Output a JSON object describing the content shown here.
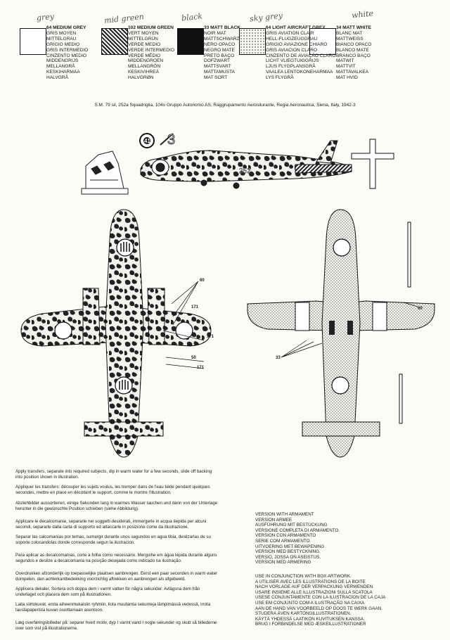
{
  "handwritten": [
    "grey",
    "mid green",
    "black",
    "sky grey",
    "white"
  ],
  "colors": [
    {
      "code": "64 MEDIUM GREY",
      "names": [
        "GRIS MOYEN",
        "MITTELGRAU",
        "GRIGIO MEDIO",
        "GRIS INTERMEDIO",
        "CINZENTO MEDIO",
        "MIDDENGRIJS",
        "MELLANGRÅ",
        "KESKIHARMAA",
        "HALVGRÅ"
      ]
    },
    {
      "code": "102 MEDIUM GREEN",
      "names": [
        "VERT MOYEN",
        "MITTELGRÜN",
        "VERDE MEDIO",
        "VERDE INTERMEDIO",
        "VERDE MÉDIO",
        "MIDDENGROEN",
        "MELLANGRÖN",
        "KESKIVIHREÄ",
        "HALVGRØN"
      ]
    },
    {
      "code": "33 MATT BLACK",
      "names": [
        "NOIR MAT",
        "MATTSCHWARZ",
        "NERO OPACO",
        "NEGRO MATE",
        "PRETO BAÇO",
        "DOFZWART",
        "MATTSVART",
        "MATTAMUSTA",
        "MAT SORT"
      ]
    },
    {
      "code": "64 LIGHT AIRCRAFT GREY",
      "names": [
        "GRIS AVIATION CLAIR",
        "HELL-FLUGZEUGGRAU",
        "GRIGIO AVIAZIONE CHIARO",
        "GRIS AVIACION CLARO",
        "CINZENTO DE AVIAÇÃO CLARO",
        "LICHT VLIEGTUIGGRIJS",
        "LJUS FLYGPLANSGRÅ",
        "VAALEA LENTOKONEHARMAA",
        "LYS FLYGRÅ"
      ]
    },
    {
      "code": "34 MATT WHITE",
      "names": [
        "BLANC MAT",
        "MATTWEISS",
        "BIANCO OPACO",
        "BLANCO MATE",
        "BRANCO BAÇO",
        "MATWIT",
        "MATTVIT",
        "MATTAVALKEA",
        "MAT HVID"
      ]
    }
  ],
  "caption": "S.M. 79 sil, 252a Squadriglia, 104o Gruppo Autonomo AS, Raggrupamento Aerosilurante, Regia Aeronautica, Siena, Italy, 1942-3",
  "markings": {
    "fin_number": "3",
    "code": "252",
    "roundel": "41"
  },
  "callouts": {
    "left": [
      "60",
      "171",
      "171",
      "50",
      "171"
    ],
    "right": [
      "60",
      "33"
    ]
  },
  "instructions": [
    "Apply transfers, separate into required subjects, dip in warm water for a few seconds, slide off backing into position shown in illustration.",
    "Appliquer les transfers: découper les sujets voulus, les tremper dans de l'eau tiède pendant quelques secondes, mettre en place en décollant le support, comme le montre l'illustration.",
    "Abziehbilder aussortieren, einige Sekunden lang in warmes Wasser tauchen und dann von der Unterlage herunter in die gewünschte Position schieben (siehe Abbildung).",
    "Applicare le decalcomanie, separarle nei soggetti desiderati, immergerle in acqua tiepida per alcuni secondi, separarle dalla carta di supporto ed attaccarle in posizione come da illustrazione.",
    "Separar las calcomanías por temas, sumergir durante unos segundos en agua tibia, deslizarlas de su soporte colocandolas donde corresponde segun la ilustracion.",
    "Para aplicar as decalcomanias, corte a folha como necessário. Merguihe em água tépida durante alguns segundos e deslize a decalcomania na posição desejada como indicado na ilustração.",
    "Overdrukken afzonderlijk op toepasselijke plaatsen aanbrengen. Eerst een paar seconden in warm water dompelen, dan achterkantbedekking voorzichtig aftrekken en aanbrengen als afgebeeld.",
    "Applicera dekaler. Sortera och doppa dem i varmt vatten för några sekunder. Avlägsna dem från underlaget och placera dem som på illustrationen.",
    "Laita siirtokuvat, erota aiheenmukaisiin ryhmiin, liota muutamia sekunteja lämpimässä vedessä, irrota taustapaperista kuvan osoittamaan asentoon.",
    "Læg overføringsbilleder på: separer hvert motiv, dyp I varmt vand I nogle sekunder og skub så billederne over som vist på illustrationerne."
  ],
  "armament_list": [
    "VERSION WITH ARMAMENT",
    "VERSION ARMEE",
    "AUSFÜHRUNG MIT BESTÜCKUNG",
    "VERSIONE COMPLETA DI ARMAMENTO.",
    "VERSION CON ARMAMENTO",
    "SERIE COM ARMAMENTO.",
    "UITVOERING MET BEWAPENING",
    "VERSION MED BESTYCKNING.",
    "VERSIO, JOSSA ON ASEISTUS.",
    "VERSION MED ARMERING"
  ],
  "box_list": [
    "USE IN CONJUNCTION WITH BOX ARTWORK.",
    "A UTILISER AVEC LES ILLUSTRATIONS DE LA BOITE",
    "NACH VORLAGE AUF DER VERPACKUNG VERWENDEN.",
    "USARE INSIEME ALLE ILLUSTRAZIONI SULLA SCATOLA",
    "USESE CONJUNTAMENTE CON LA ILUSTRACION DE LA CAJA",
    "USE EM CONJUNTO COM A ILUSTRAÇÃO NA CAIXA",
    "AAN DE HAND VAN VOORBEELD OP DOOS TE WERK GAAN.",
    "STUDERA ÄVEN KARTONGILLUSTRATIONEN.",
    "KÄYTÄ YHDESSÄ LAATIKON KUVITUKSEN KANSSA.",
    "BRUG I FORBINDELSE MED ÆSKEILLUSTRATIONER"
  ]
}
